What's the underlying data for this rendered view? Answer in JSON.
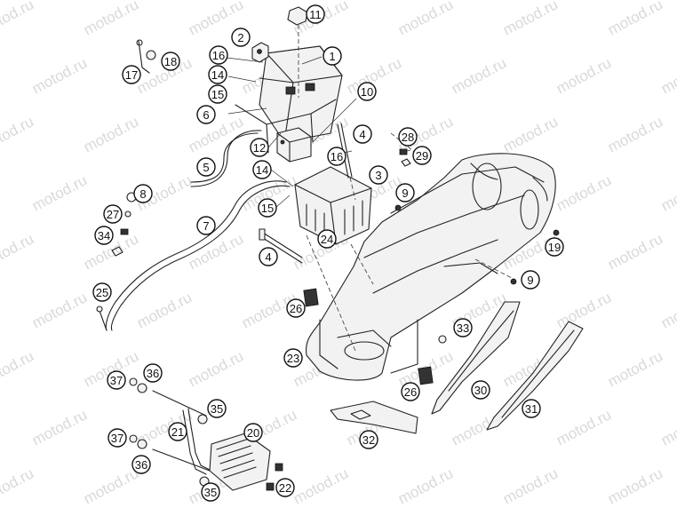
{
  "watermark": "motod.ru",
  "callouts": [
    {
      "id": "c1",
      "label": "1"
    },
    {
      "id": "c2",
      "label": "2"
    },
    {
      "id": "c3",
      "label": "3"
    },
    {
      "id": "c4a",
      "label": "4"
    },
    {
      "id": "c4b",
      "label": "4"
    },
    {
      "id": "c5",
      "label": "5"
    },
    {
      "id": "c6",
      "label": "6"
    },
    {
      "id": "c7",
      "label": "7"
    },
    {
      "id": "c8",
      "label": "8"
    },
    {
      "id": "c9a",
      "label": "9"
    },
    {
      "id": "c9b",
      "label": "9"
    },
    {
      "id": "c10",
      "label": "10"
    },
    {
      "id": "c11",
      "label": "11"
    },
    {
      "id": "c12",
      "label": "12"
    },
    {
      "id": "c14a",
      "label": "14"
    },
    {
      "id": "c14b",
      "label": "14"
    },
    {
      "id": "c15a",
      "label": "15"
    },
    {
      "id": "c15b",
      "label": "15"
    },
    {
      "id": "c16a",
      "label": "16"
    },
    {
      "id": "c16b",
      "label": "16"
    },
    {
      "id": "c17",
      "label": "17"
    },
    {
      "id": "c18",
      "label": "18"
    },
    {
      "id": "c19",
      "label": "19"
    },
    {
      "id": "c20",
      "label": "20"
    },
    {
      "id": "c21",
      "label": "21"
    },
    {
      "id": "c22",
      "label": "22"
    },
    {
      "id": "c23",
      "label": "23"
    },
    {
      "id": "c24",
      "label": "24"
    },
    {
      "id": "c25",
      "label": "25"
    },
    {
      "id": "c26a",
      "label": "26"
    },
    {
      "id": "c26b",
      "label": "26"
    },
    {
      "id": "c27",
      "label": "27"
    },
    {
      "id": "c28",
      "label": "28"
    },
    {
      "id": "c29",
      "label": "29"
    },
    {
      "id": "c30",
      "label": "30"
    },
    {
      "id": "c31",
      "label": "31"
    },
    {
      "id": "c32",
      "label": "32"
    },
    {
      "id": "c33",
      "label": "33"
    },
    {
      "id": "c34",
      "label": "34"
    },
    {
      "id": "c35a",
      "label": "35"
    },
    {
      "id": "c35b",
      "label": "35"
    },
    {
      "id": "c36a",
      "label": "36"
    },
    {
      "id": "c36b",
      "label": "36"
    },
    {
      "id": "c37a",
      "label": "37"
    },
    {
      "id": "c37b",
      "label": "37"
    }
  ]
}
